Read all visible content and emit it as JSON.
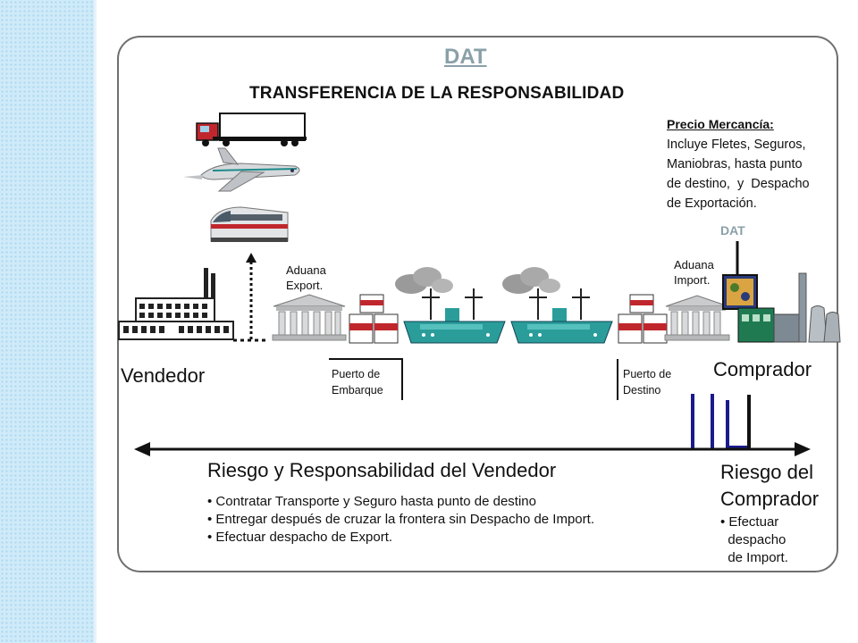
{
  "header": {
    "dat": "DAT",
    "title": "TRANSFERENCIA DE LA RESPONSABILIDAD"
  },
  "precio": {
    "heading": "Precio Mercancía:",
    "body": "Incluye Fletes, Seguros,\nManiobras, hasta punto\nde destino,  y  Despacho\nde Exportación."
  },
  "dat_marker": "DAT",
  "aduana_export": "Aduana\nExport.",
  "aduana_import": "Aduana\nImport.",
  "vendedor": "Vendedor",
  "comprador": "Comprador",
  "puerto_embarque": "Puerto de\nEmbarque",
  "puerto_destino": "Puerto de\nDestino",
  "riesgo_vendedor": {
    "title": "Riesgo y Responsabilidad del Vendedor",
    "items": [
      "Contratar Transporte y Seguro hasta punto de destino",
      "Entregar después de cruzar la frontera sin Despacho de Import.",
      "Efectuar despacho de Export."
    ]
  },
  "riesgo_comprador": {
    "title": "Riesgo del\nComprador",
    "items": "• Efectuar\n  despacho\n  de Import."
  },
  "colors": {
    "sidebar": "#cfeaf8",
    "accent_gray": "#8aa0a8",
    "marker_blue": "#1a1a8c",
    "ship_teal": "#2a9d9a"
  }
}
